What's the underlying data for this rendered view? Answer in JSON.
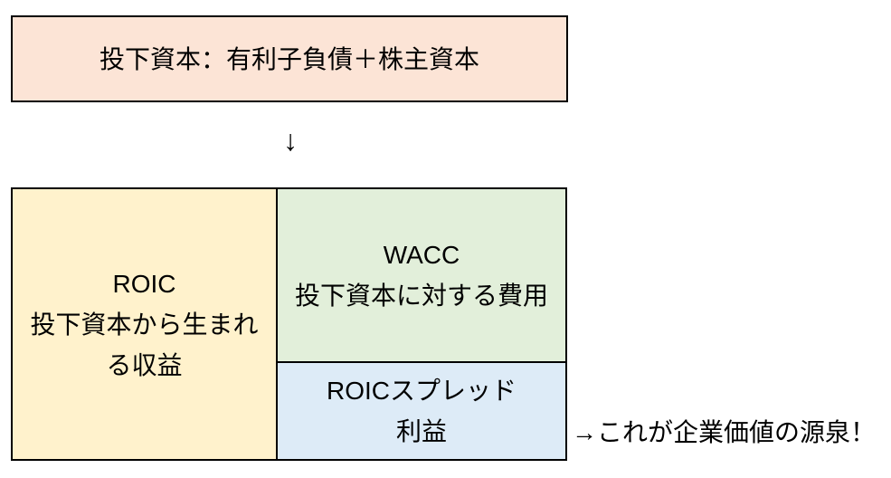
{
  "colors": {
    "invested_capital_bg": "#FCE4D6",
    "roic_bg": "#FFF2CC",
    "wacc_bg": "#E2EFDA",
    "roic_spread_bg": "#DDEBF7",
    "border": "#000000",
    "text": "#000000",
    "background": "#FFFFFF"
  },
  "diagram": {
    "invested_capital_box": "投下資本：有利子負債＋株主資本",
    "down_arrow": "↓",
    "roic_box": "ROIC\n投下資本から生まれ\nる収益",
    "wacc_box": "WACC\n投下資本に対する費用",
    "roic_spread_box": "ROICスプレッド\n利益",
    "annotation": "→これが企業価値の源泉！"
  }
}
